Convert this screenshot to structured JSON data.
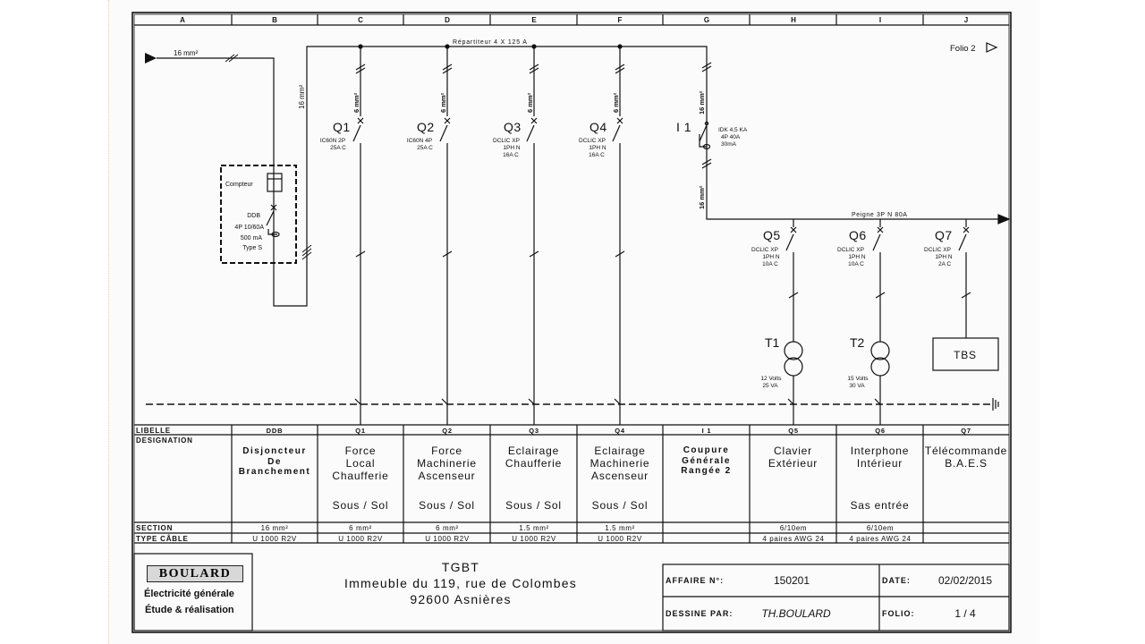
{
  "columns": [
    "A",
    "B",
    "C",
    "D",
    "E",
    "F",
    "G",
    "H",
    "I",
    "J"
  ],
  "folio_ref": "Folio 2",
  "feed": {
    "section": "16 mm²",
    "drop_section": "16 mm²"
  },
  "busbar": {
    "label": "Répartiteur 4 X 125 A"
  },
  "peigne": {
    "label": "Peigne 3P N 80A"
  },
  "meter": {
    "label": "Compteur",
    "ddb": [
      "DDB",
      "4P 10/60A",
      "500 mA",
      "Type S"
    ]
  },
  "breakers": [
    {
      "id": "Q1",
      "section": "6 mm²",
      "spec": [
        "IC60N 2P",
        "25A C"
      ]
    },
    {
      "id": "Q2",
      "section": "6 mm²",
      "spec": [
        "IC60N 4P",
        "25A C"
      ]
    },
    {
      "id": "Q3",
      "section": "6 mm²",
      "spec": [
        "DCLIC XP",
        "1PH N",
        "16A C"
      ]
    },
    {
      "id": "Q4",
      "section": "6 mm²",
      "spec": [
        "DCLIC XP",
        "1PH N",
        "16A C"
      ]
    },
    {
      "id": "I 1",
      "section": "16 mm²",
      "section2": "16 mm²",
      "spec": [
        "IDK 4,5 KA",
        "4P 40A",
        "30mA"
      ]
    },
    {
      "id": "Q5",
      "spec": [
        "DCLIC XP",
        "1PH N",
        "10A C"
      ]
    },
    {
      "id": "Q6",
      "spec": [
        "DCLIC XP",
        "1PH N",
        "10A C"
      ]
    },
    {
      "id": "Q7",
      "spec": [
        "DCLIC XP",
        "1PH N",
        "2A C"
      ]
    }
  ],
  "transformers": [
    {
      "id": "T1",
      "spec": [
        "12 Volts",
        "25 VA"
      ]
    },
    {
      "id": "T2",
      "spec": [
        "15 Volts",
        "30 VA"
      ]
    }
  ],
  "tbs_label": "TBS",
  "table": {
    "row_labels": {
      "libelle": "LIBELLE",
      "designation": "DESIGNATION",
      "section": "SECTION",
      "cable": "TYPE CÂBLE"
    },
    "libelle": [
      "DDB",
      "Q1",
      "Q2",
      "Q3",
      "Q4",
      "I 1",
      "Q5",
      "Q6",
      "Q7"
    ],
    "designation": [
      [
        "Disjoncteur",
        "De",
        "Branchement"
      ],
      [
        "Force",
        "Local",
        "Chaufferie"
      ],
      [
        "Force",
        "Machinerie",
        "Ascenseur"
      ],
      [
        "Eclairage",
        "Chaufferie"
      ],
      [
        "Eclairage",
        "Machinerie",
        "Ascenseur"
      ],
      [
        "Coupure",
        "Générale",
        "Rangée 2"
      ],
      [
        "Clavier",
        "Extérieur"
      ],
      [
        "Interphone",
        "Intérieur"
      ],
      [
        "Télécommande",
        "B.A.E.S"
      ]
    ],
    "location": [
      "",
      "Sous / Sol",
      "Sous / Sol",
      "Sous / Sol",
      "Sous / Sol",
      "",
      "",
      "Sas entrée",
      ""
    ],
    "section": [
      "16 mm²",
      "6 mm²",
      "6 mm²",
      "1.5 mm²",
      "1.5 mm²",
      "",
      "6/10em",
      "6/10em",
      ""
    ],
    "cable": [
      "U 1000 R2V",
      "U 1000 R2V",
      "U 1000 R2V",
      "U 1000 R2V",
      "U 1000 R2V",
      "",
      "4 paires AWG 24",
      "4 paires AWG 24",
      ""
    ]
  },
  "title_block": {
    "brand": "BOULARD",
    "tagline1": "Électricité générale",
    "tagline2": "Étude & réalisation",
    "title": "TGBT",
    "address1": "Immeuble du 119, rue de Colombes",
    "address2": "92600 Asnières",
    "affaire_label": "AFFAIRE N°:",
    "affaire_value": "150201",
    "date_label": "DATE:",
    "date_value": "02/02/2015",
    "dessine_label": "DESSINE PAR:",
    "dessine_value": "TH.BOULARD",
    "folio_label": "FOLIO:",
    "folio_value": "1 / 4"
  }
}
